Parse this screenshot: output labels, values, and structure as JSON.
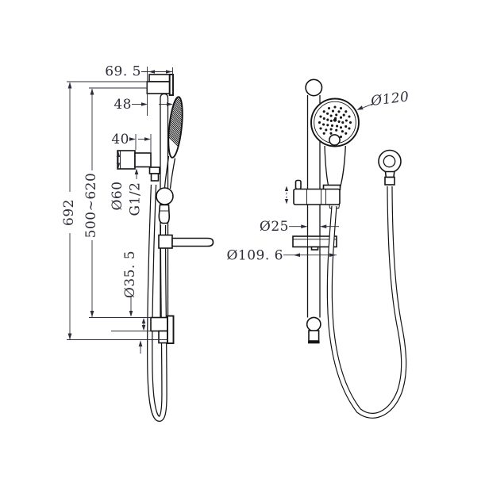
{
  "drawing": {
    "kind": "technical dimension drawing",
    "subject": "hand shower slide rail set with hose, side view and front view",
    "colors": {
      "ink": "#151517",
      "dim": "#2e2e3a",
      "bg": "#ffffff"
    },
    "side_view": {
      "overall_height": "692",
      "adjustable_range": "500~620",
      "overall_depth": "69. 5",
      "rail_offset": "48",
      "inlet_depth": "40",
      "flange_diameter": "Ø60",
      "thread_spec": "G1/2",
      "bracket_diameter": "Ø35. 5"
    },
    "front_view": {
      "head_diameter": "Ø120",
      "rail_diameter": "Ø25",
      "soap_dish_diameter": "Ø109. 6"
    }
  }
}
